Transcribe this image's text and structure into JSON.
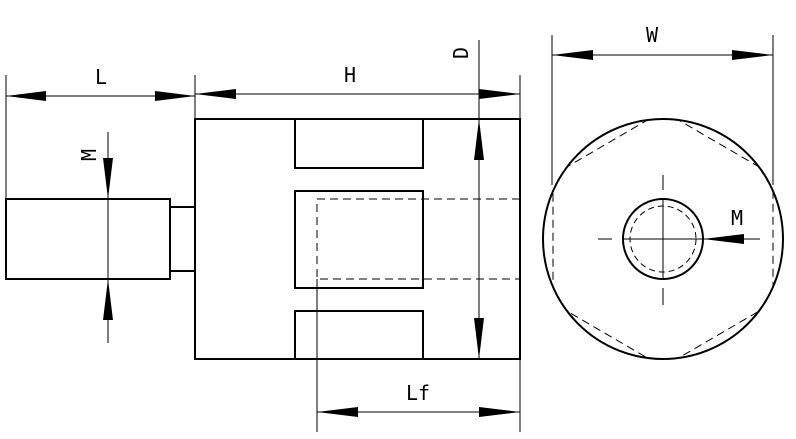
{
  "labels": {
    "L": "L",
    "H": "H",
    "D": "D",
    "M_side": "M",
    "Lf": "Lf",
    "W": "W",
    "M_end": "M"
  },
  "colors": {
    "line": "#000000",
    "background": "#ffffff"
  }
}
